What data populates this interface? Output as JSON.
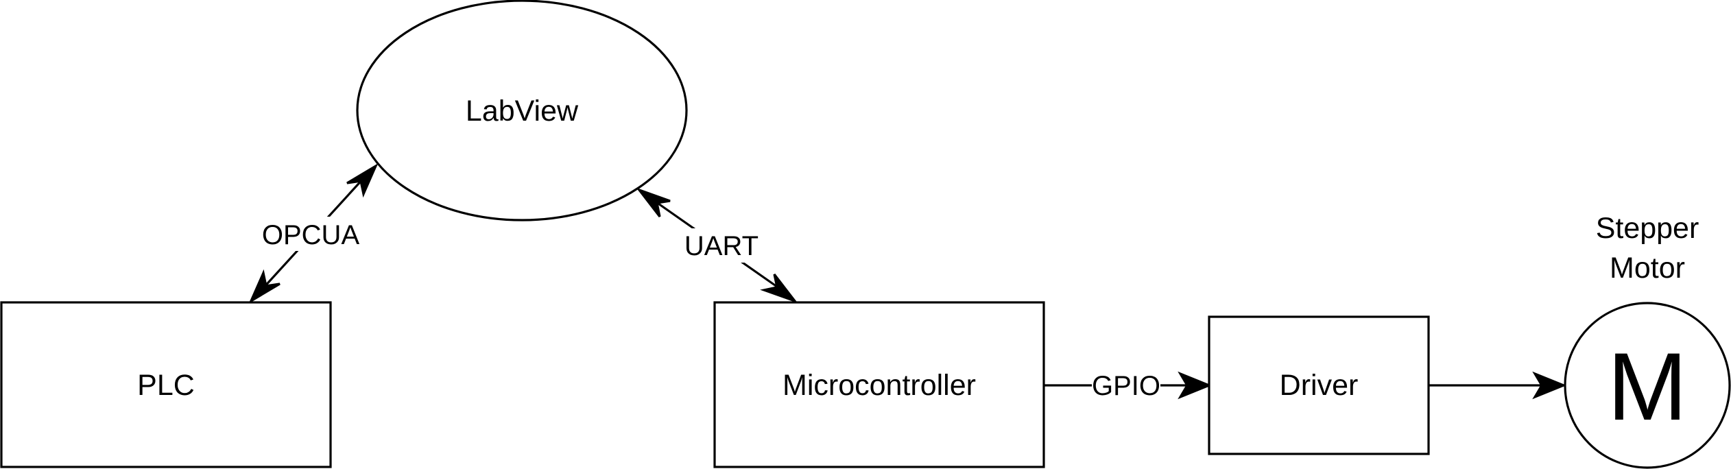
{
  "nodes": {
    "labview": {
      "label": "LabView"
    },
    "plc": {
      "label": "PLC"
    },
    "microcontroller": {
      "label": "Microcontroller"
    },
    "driver": {
      "label": "Driver"
    },
    "stepper_motor": {
      "label_line1": "Stepper",
      "label_line2": "Motor",
      "symbol": "M"
    }
  },
  "edges": {
    "plc_labview": {
      "label": "OPCUA",
      "direction": "bidirectional"
    },
    "labview_microcontroller": {
      "label": "UART",
      "direction": "bidirectional"
    },
    "microcontroller_driver": {
      "label": "GPIO",
      "direction": "forward"
    },
    "driver_motor": {
      "label": "",
      "direction": "forward"
    }
  },
  "colors": {
    "stroke": "#000000",
    "fill": "#ffffff",
    "text": "#000000"
  }
}
